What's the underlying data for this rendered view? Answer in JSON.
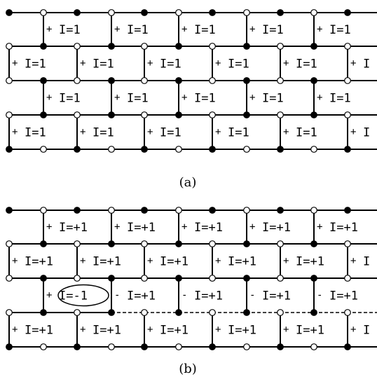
{
  "panel_a": {
    "caption": "(a)",
    "rows": [
      [
        "+",
        "I=1",
        "+",
        "I=1",
        "+",
        "I=1",
        "+",
        "I=1",
        "+",
        "I=1"
      ],
      [
        "+",
        "I=1",
        "+",
        "I=1",
        "+",
        "I=1",
        "+",
        "I=1",
        "+",
        "I=1",
        "+",
        "I"
      ],
      [
        "+",
        "I=1",
        "+",
        "I=1",
        "+",
        "I=1",
        "+",
        "I=1",
        "+",
        "I=1"
      ],
      [
        "+",
        "I=1",
        "+",
        "I=1",
        "+",
        "I=1",
        "+",
        "I=1",
        "+",
        "I=1",
        "+",
        "I"
      ]
    ]
  },
  "panel_b": {
    "caption": "(b)",
    "rows": [
      [
        "+",
        "I=+1",
        "+",
        "I=+1",
        "+",
        "I=+1",
        "+",
        "I=+1",
        "+",
        "I=+1"
      ],
      [
        "+",
        "I=+1",
        "+",
        "I=+1",
        "+",
        "I=+1",
        "+",
        "I=+1",
        "+",
        "I=+1",
        "+",
        "I"
      ],
      [
        "+",
        "I=-1",
        "-",
        "I=+1",
        "-",
        "I=+1",
        "-",
        "I=+1",
        "-",
        "I=+1",
        "-"
      ],
      [
        "+",
        "I=+1",
        "+",
        "I=+1",
        "+",
        "I=+1",
        "+",
        "I=+1",
        "+",
        "I=+1",
        "+",
        "I"
      ]
    ]
  }
}
